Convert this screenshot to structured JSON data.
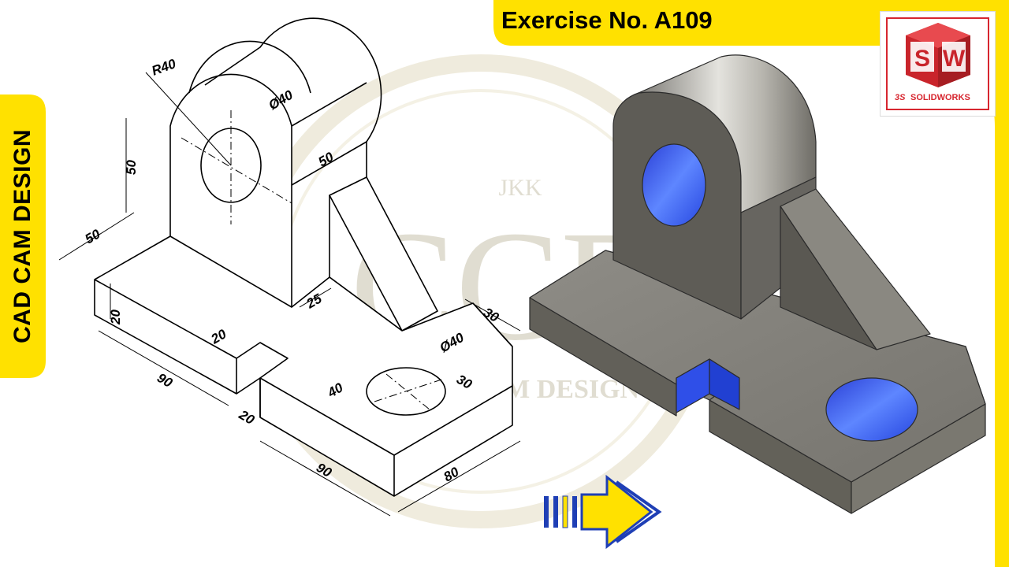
{
  "header": {
    "exercise_title": "Exercise No. A109"
  },
  "side_tab": {
    "label": "CAD CAM DESIGN"
  },
  "logo": {
    "brand": "SOLIDWORKS",
    "badge_left": "S",
    "badge_right": "W"
  },
  "watermark": {
    "initials": "JKK",
    "monogram": "CCD",
    "name": "CAD CAM DESIGN"
  },
  "drawing": {
    "dimensions": {
      "radius": "R40",
      "boss_diameter": "Ø40",
      "boss_depth": "50",
      "boss_height": "50",
      "upright_width": "50",
      "rib_thickness": "25",
      "block_height": "20",
      "slot_width": "20",
      "front_length": "90",
      "slot_offset": "20",
      "base_length": "90",
      "base_width": "80",
      "hole_diameter": "Ø40",
      "hole_offset_x": "40",
      "hole_offset_y": "30",
      "chamfer": "30"
    }
  },
  "colors": {
    "accent_yellow": "#ffe100",
    "hole_blue": "#2f4fe8",
    "model_grey": "#8c8a84",
    "brand_red": "#d7262f"
  }
}
